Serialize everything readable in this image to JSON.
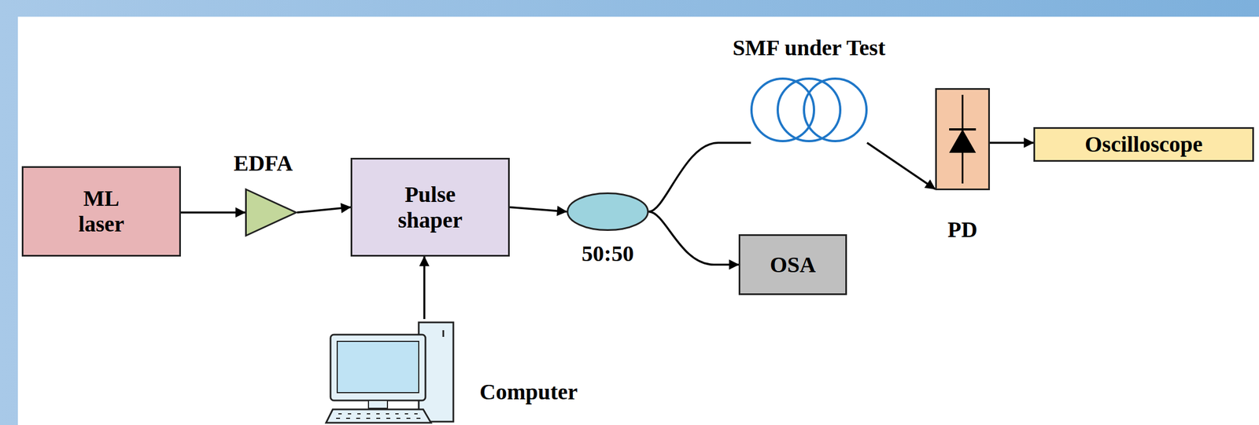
{
  "diagram": {
    "nodes": [
      {
        "text": [
          "ML laser"
        ]
      },
      {
        "text": [
          "EDFA"
        ]
      },
      {
        "text": [
          "Pulse shaper"
        ]
      },
      {
        "text": [
          "Computer"
        ]
      },
      {
        "text": [
          "50:50"
        ]
      },
      {
        "text": [
          "SMF under Test"
        ]
      },
      {
        "text": [
          "PD"
        ]
      },
      {
        "text": [
          "Oscilloscope"
        ]
      },
      {
        "text": [
          "OSA"
        ]
      }
    ],
    "edges": [
      {
        "from": 0,
        "to": 1,
        "arrow": "to"
      },
      {
        "from": 1,
        "to": 2,
        "arrow": "to"
      },
      {
        "from": 3,
        "to": 2,
        "arrow": "to"
      },
      {
        "from": 2,
        "to": 4,
        "arrow": "to"
      },
      {
        "from": 4,
        "to": 5,
        "arrow": "none"
      },
      {
        "from": 5,
        "to": 6,
        "arrow": "to"
      },
      {
        "from": 6,
        "to": 7,
        "arrow": "to"
      },
      {
        "from": 4,
        "to": 8,
        "arrow": "to"
      }
    ]
  }
}
